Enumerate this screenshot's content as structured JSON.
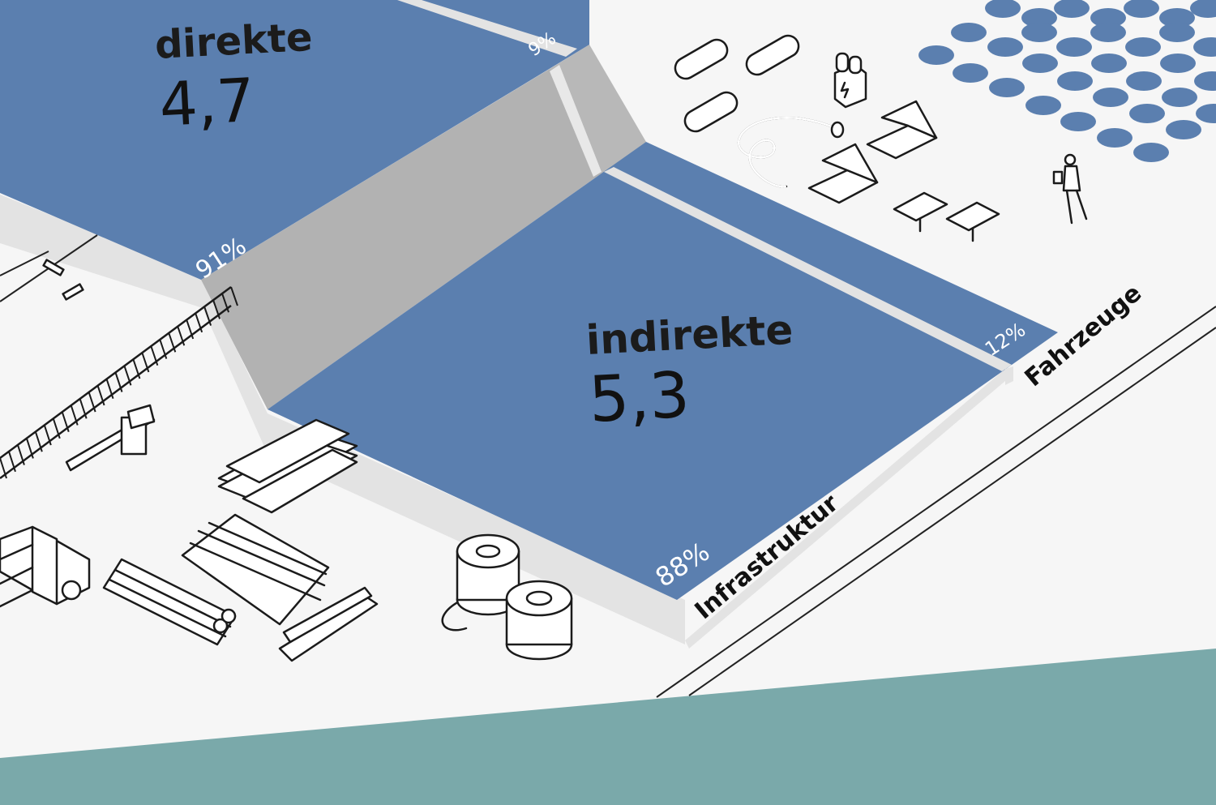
{
  "blocks": {
    "direkte": {
      "label": "direkte",
      "value": "4,7",
      "share_infrastruktur": "91%",
      "share_fahrzeuge": "9%"
    },
    "indirekte": {
      "label": "indirekte",
      "value": "5,3",
      "share_infrastruktur": "88%",
      "share_fahrzeuge": "12%"
    }
  },
  "axes": {
    "infrastruktur": "Infrastruktur",
    "fahrzeuge": "Fahrzeuge"
  },
  "icons": [
    "chain-link-icon",
    "battery-pack-icon",
    "charging-cable-icon",
    "seat-icon",
    "table-icon",
    "person-with-tablet-icon",
    "wire-spool-icon",
    "lumber-stack-icon",
    "pipe-bundle-icon",
    "truck-icon",
    "barrier-gate-icon",
    "rail-track-icon",
    "profile-beams-icon"
  ],
  "colors": {
    "block": "#5b7faf",
    "step": "#b2b2b2",
    "shadow": "#e3e3e3",
    "paper": "#f6f6f6",
    "background": "#7aa9aa",
    "dots": "#5b7faf"
  }
}
